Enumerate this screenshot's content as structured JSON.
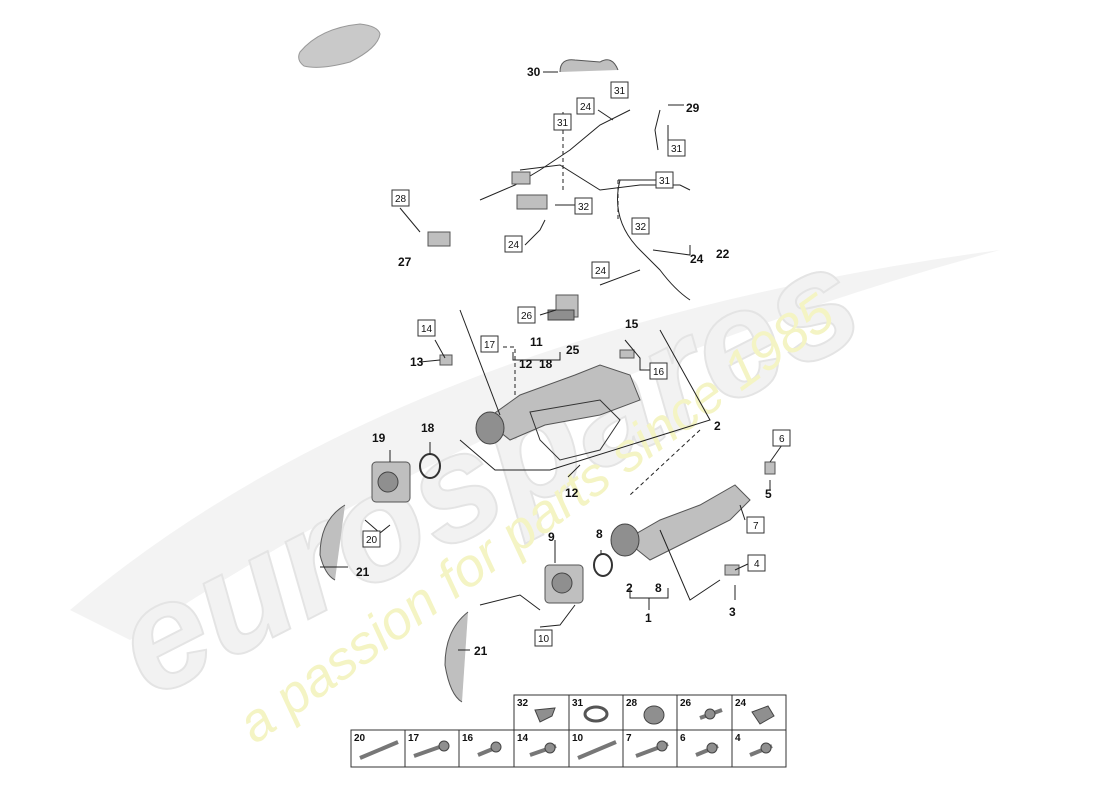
{
  "watermark": {
    "brand": "eurospares",
    "tagline": "a passion for parts since 1985"
  },
  "callouts": [
    {
      "id": "c30",
      "text": "30"
    },
    {
      "id": "c29",
      "text": "29"
    },
    {
      "id": "c27",
      "text": "27"
    },
    {
      "id": "c22",
      "text": "22"
    },
    {
      "id": "c24a",
      "text": "24"
    },
    {
      "id": "c25",
      "text": "25"
    },
    {
      "id": "c13",
      "text": "13"
    },
    {
      "id": "c11",
      "text": "11"
    },
    {
      "id": "c12a",
      "text": "12"
    },
    {
      "id": "c18a",
      "text": "18"
    },
    {
      "id": "c15",
      "text": "15"
    },
    {
      "id": "c19",
      "text": "19"
    },
    {
      "id": "c18b",
      "text": "18"
    },
    {
      "id": "c2a",
      "text": "2"
    },
    {
      "id": "c12b",
      "text": "12"
    },
    {
      "id": "c5",
      "text": "5"
    },
    {
      "id": "c21a",
      "text": "21"
    },
    {
      "id": "c9",
      "text": "9"
    },
    {
      "id": "c8",
      "text": "8"
    },
    {
      "id": "c2b",
      "text": "2"
    },
    {
      "id": "c8b",
      "text": "8"
    },
    {
      "id": "c1",
      "text": "1"
    },
    {
      "id": "c3",
      "text": "3"
    },
    {
      "id": "c21b",
      "text": "21"
    }
  ],
  "boxed_callouts": [
    {
      "id": "b31a",
      "text": "31"
    },
    {
      "id": "b24a",
      "text": "24"
    },
    {
      "id": "b31b",
      "text": "31"
    },
    {
      "id": "b31c",
      "text": "31"
    },
    {
      "id": "b31d",
      "text": "31"
    },
    {
      "id": "b28",
      "text": "28"
    },
    {
      "id": "b32a",
      "text": "32"
    },
    {
      "id": "b24b",
      "text": "24"
    },
    {
      "id": "b32b",
      "text": "32"
    },
    {
      "id": "b24c",
      "text": "24"
    },
    {
      "id": "b26",
      "text": "26"
    },
    {
      "id": "b14",
      "text": "14"
    },
    {
      "id": "b17",
      "text": "17"
    },
    {
      "id": "b16",
      "text": "16"
    },
    {
      "id": "b6",
      "text": "6"
    },
    {
      "id": "b20",
      "text": "20"
    },
    {
      "id": "b7",
      "text": "7"
    },
    {
      "id": "b4",
      "text": "4"
    },
    {
      "id": "b10",
      "text": "10"
    }
  ],
  "parts_table": {
    "row1": [
      "32",
      "31",
      "28",
      "26",
      "24"
    ],
    "row2": [
      "20",
      "17",
      "16",
      "14",
      "10",
      "7",
      "6",
      "4"
    ]
  }
}
